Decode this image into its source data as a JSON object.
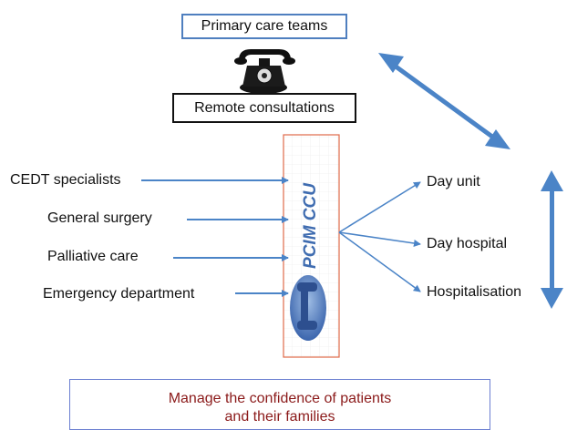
{
  "diagram": {
    "primary_care": "Primary care teams",
    "remote": "Remote consultations",
    "inputs": [
      "CEDT specialists",
      "General surgery",
      "Palliative care",
      "Emergency department"
    ],
    "outputs": [
      "Day unit",
      "Day hospital",
      "Hospitalisation"
    ],
    "center_label": "PCIM CCU",
    "bottom_line1": "Manage the confidence of patients",
    "bottom_line2": "and their families",
    "colors": {
      "arrow_blue": "#4b84c7",
      "box_border_blue": "#4f7fbf",
      "center_border": "#e06a4a",
      "bottom_text": "#8b1a1a",
      "bottom_border": "#6b7fd1"
    },
    "icons": [
      "telephone-icon",
      "logo-icon"
    ]
  }
}
